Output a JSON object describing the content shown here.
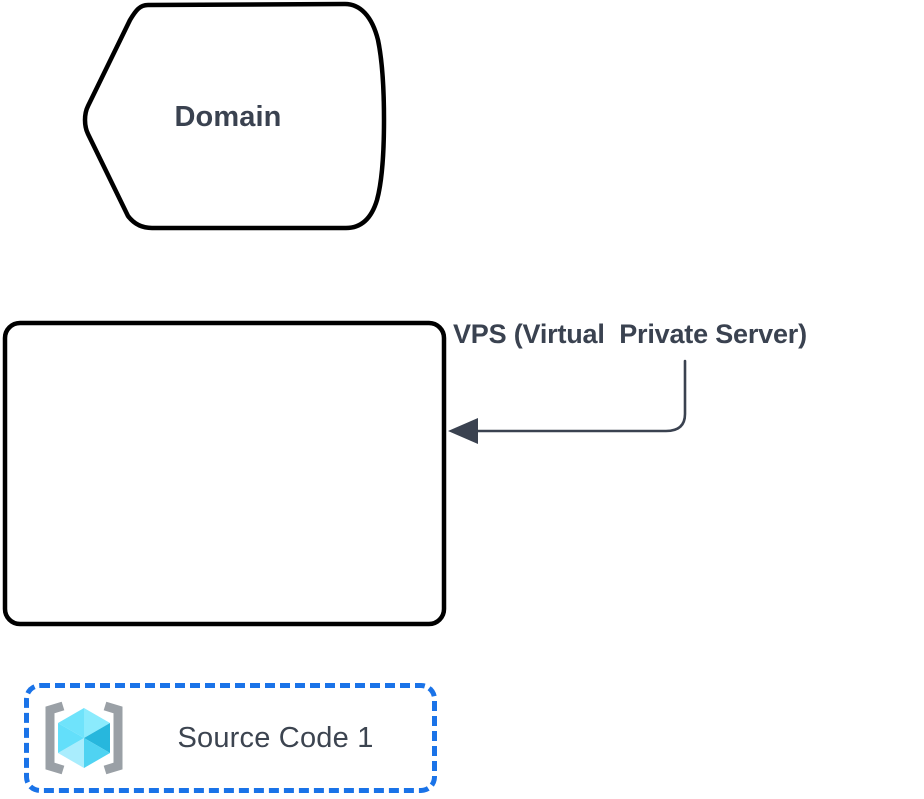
{
  "diagram": {
    "background_color": "#ffffff",
    "nodes": [
      {
        "id": "domain",
        "name": "domain-node",
        "label": "Domain",
        "shape": "pentagon-notched",
        "stroke_color": "#000000",
        "fill_color": "#ffffff",
        "text_color": "#3a4250"
      },
      {
        "id": "vps",
        "name": "vps-node",
        "label": "",
        "shape": "rounded-rectangle",
        "stroke_color": "#000000",
        "fill_color": "#ffffff"
      },
      {
        "id": "source-code-1",
        "name": "source-code-node",
        "label": "Source Code 1",
        "shape": "dashed-rounded-rectangle",
        "stroke_color": "#1a73e8",
        "fill_color": "#ffffff",
        "text_color": "#3c4450",
        "icon": "code-cube-icon"
      }
    ],
    "annotations": [
      {
        "id": "vps-annotation",
        "name": "vps-callout-label",
        "text": "VPS (Virtual  Private Server)",
        "text_color": "#3a4250",
        "connector": "elbow-arrow",
        "connector_color": "#3a4250",
        "arrow_direction": "left"
      }
    ],
    "icon_colors": {
      "bracket": "#9aa0a6",
      "cube_top_left": "#6fe3fb",
      "cube_top_right": "#7fe9fd",
      "cube_right": "#27b7dd",
      "cube_bottom_left": "#a9edfd",
      "cube_bottom_right": "#4fd3f2",
      "cube_outline": "#5bd8f7"
    }
  }
}
